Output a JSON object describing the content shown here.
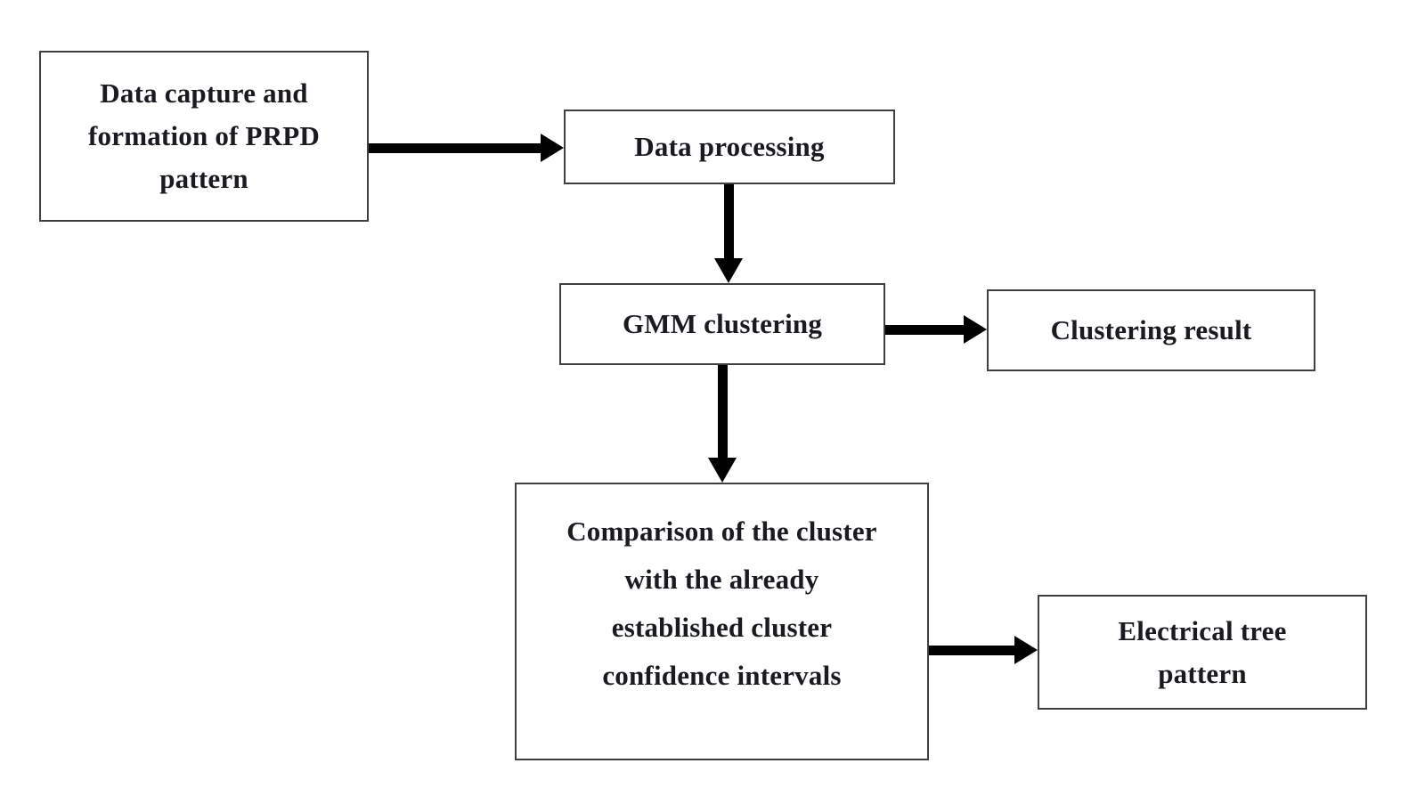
{
  "diagram": {
    "type": "flowchart",
    "background_color": "#ffffff",
    "box_border_color": "#3f3f3f",
    "text_color": "#1a1a20",
    "arrow_color": "#000000",
    "nodes": {
      "capture": {
        "label": [
          "Data capture and",
          "formation of PRPD",
          "pattern"
        ]
      },
      "processing": {
        "label": "Data processing"
      },
      "gmm": {
        "label": "GMM clustering"
      },
      "result": {
        "label": "Clustering result"
      },
      "comparison": {
        "label": [
          "Comparison of the cluster",
          "with the already",
          "established cluster",
          "confidence intervals"
        ]
      },
      "tree": {
        "label": [
          "Electrical tree",
          "pattern"
        ]
      }
    },
    "edges": [
      {
        "from": "capture",
        "to": "processing",
        "direction": "right"
      },
      {
        "from": "processing",
        "to": "gmm",
        "direction": "down"
      },
      {
        "from": "gmm",
        "to": "result",
        "direction": "right"
      },
      {
        "from": "gmm",
        "to": "comparison",
        "direction": "down"
      },
      {
        "from": "comparison",
        "to": "tree",
        "direction": "right"
      }
    ]
  }
}
